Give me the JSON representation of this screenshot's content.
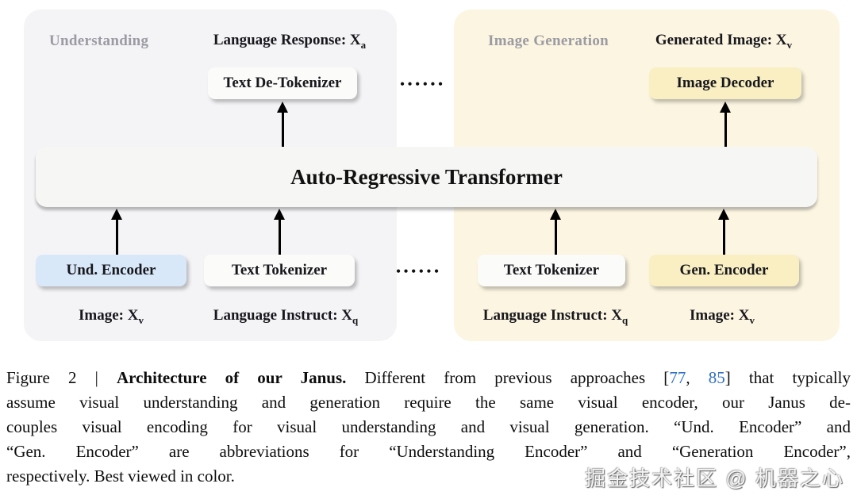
{
  "figure": {
    "panels": {
      "left": {
        "label": "Understanding"
      },
      "right": {
        "label": "Image Generation"
      }
    },
    "io": {
      "lang_response": {
        "main": "Language Response: X",
        "sub": "a"
      },
      "gen_image": {
        "main": "Generated Image: X",
        "sub": "v"
      },
      "image_left": {
        "main": "Image: X",
        "sub": "v"
      },
      "instruct_left": {
        "main": "Language Instruct: X",
        "sub": "q"
      },
      "instruct_right": {
        "main": "Language Instruct: X",
        "sub": "q"
      },
      "image_right": {
        "main": "Image: X",
        "sub": "v"
      }
    },
    "boxes": {
      "text_detokenizer": "Text De-Tokenizer",
      "image_decoder": "Image Decoder",
      "und_encoder": "Und. Encoder",
      "text_tokenizer_left": "Text Tokenizer",
      "text_tokenizer_right": "Text Tokenizer",
      "gen_encoder": "Gen. Encoder",
      "transformer": "Auto-Regressive Transformer"
    },
    "dots": "••••••",
    "colors": {
      "panel_left_bg": "#f4f4f7",
      "panel_right_bg": "#fcf5e1",
      "understanding_box_bg": "#d9e8f9",
      "generation_box_bg": "#f9efc3",
      "neutral_box_bg": "#fbfbfa",
      "transformer_bg": "#f6f6f4",
      "section_label_color": "#9b9ba3",
      "citation_link_color": "#2e6fc2"
    }
  },
  "caption": {
    "lines": [
      {
        "seg": [
          {
            "t": "Figure 2 | "
          },
          {
            "t": "Architecture of our Janus."
          },
          {
            "t": " Different from previous approaches ["
          },
          {
            "t": "77"
          },
          {
            "t": ", "
          },
          {
            "t": "85"
          },
          {
            "t": "] that typically"
          }
        ]
      },
      {
        "seg": [
          {
            "t": "assume visual understanding and generation require the same visual encoder, our Janus de-"
          }
        ]
      },
      {
        "seg": [
          {
            "t": "couples visual encoding for visual understanding and visual generation. “Und. Encoder” and"
          }
        ]
      },
      {
        "seg": [
          {
            "t": "“Gen. Encoder” are abbreviations for “Understanding Encoder” and “Generation Encoder”,"
          }
        ]
      },
      {
        "seg": [
          {
            "t": "respectively. Best viewed in color."
          }
        ]
      }
    ]
  },
  "watermark": "掘金技术社区 @ 机器之心"
}
